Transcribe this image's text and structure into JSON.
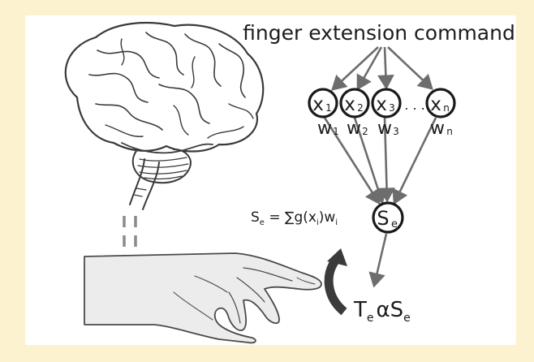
{
  "colors": {
    "outer_background": "#fdf2cf",
    "panel_background": "#ffffff",
    "arrows": "#6d6d6d",
    "node_outline": "#1a1a1a",
    "illustration_ink": "#3a3a3a"
  },
  "illustration": {
    "brain": "brain-sketch",
    "hand": "hand-pointing-sketch",
    "rotation_arrow": "curved-arrow-up"
  },
  "command_label": "finger extension command",
  "input_nodes": [
    {
      "label": "x",
      "sub": "1"
    },
    {
      "label": "x",
      "sub": "2"
    },
    {
      "label": "x",
      "sub": "3"
    },
    {
      "label": "x",
      "sub": "n"
    }
  ],
  "ellipsis": ". . .",
  "weights": [
    {
      "label": "w",
      "sub": "1"
    },
    {
      "label": "w",
      "sub": "2"
    },
    {
      "label": "w",
      "sub": "3"
    },
    {
      "label": "w",
      "sub": "n"
    }
  ],
  "sum_node": {
    "label": "S",
    "sub": "e"
  },
  "sum_formula": {
    "lhs": "S",
    "lhs_sub": "e",
    "op": " = ∑g(x",
    "inner_sub": "i",
    "mid": ")w",
    "w_sub": "i"
  },
  "torque_formula": {
    "t": "T",
    "t_sub": "e",
    "alpha": "αS",
    "s_sub": "e"
  }
}
